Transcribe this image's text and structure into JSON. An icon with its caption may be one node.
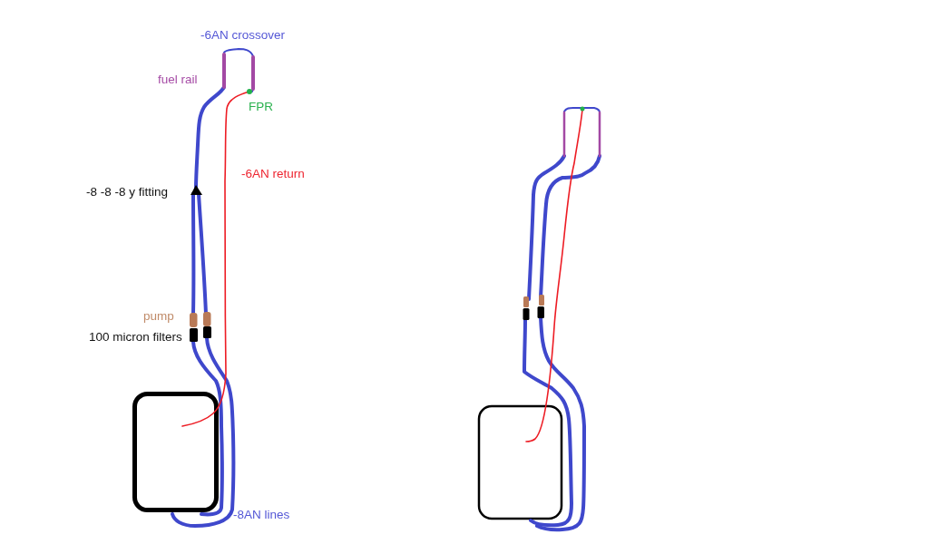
{
  "diagram": {
    "labels": [
      "-6AN crossover",
      "fuel rail",
      "FPR",
      "-6AN return",
      "-8 -8 -8 y fitting",
      "pump",
      "100 micron filters",
      "-8AN lines"
    ]
  }
}
